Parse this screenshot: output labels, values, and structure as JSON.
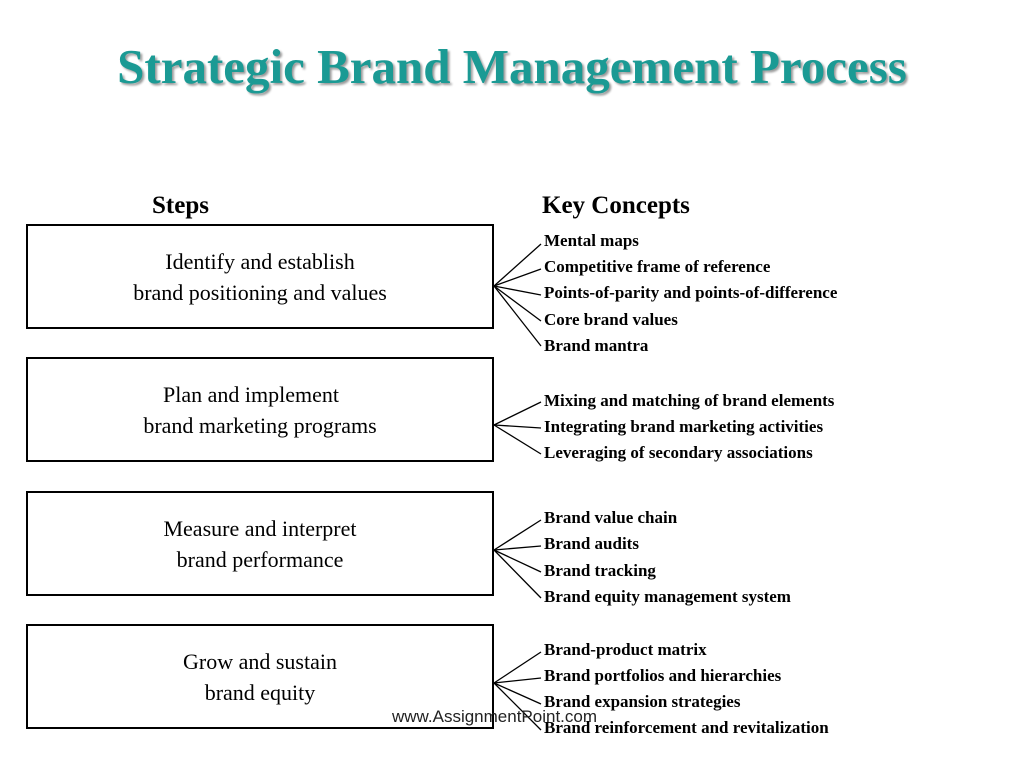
{
  "title": "Strategic Brand Management Process",
  "headers": {
    "steps": "Steps",
    "concepts": "Key Concepts"
  },
  "steps": [
    {
      "line1": "Identify and establish",
      "line2": "brand positioning and values"
    },
    {
      "line1": "Plan and implement",
      "line2": "brand marketing programs"
    },
    {
      "line1": "Measure and interpret",
      "line2": "brand performance"
    },
    {
      "line1": "Grow and sustain",
      "line2": "brand equity"
    }
  ],
  "concepts": [
    [
      "Mental maps",
      "Competitive frame of reference",
      "Points-of-parity and points-of-difference",
      "Core brand values",
      "Brand mantra"
    ],
    [
      "Mixing and matching of brand elements",
      "Integrating brand marketing activities",
      "Leveraging of secondary associations"
    ],
    [
      "Brand value chain",
      "Brand audits",
      "Brand tracking",
      "Brand equity management system"
    ],
    [
      "Brand-product matrix",
      "Brand portfolios and hierarchies",
      "Brand expansion strategies",
      "Brand reinforcement and revitalization"
    ]
  ],
  "watermark": "www.AssignmentPoint.com"
}
